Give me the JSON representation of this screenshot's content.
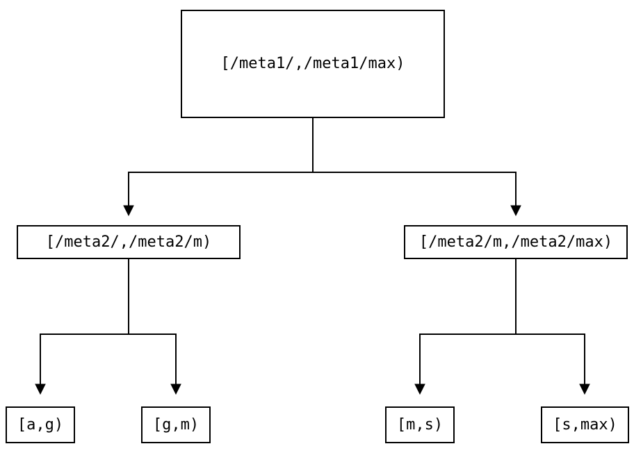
{
  "diagram": {
    "type": "tree",
    "colors": {
      "stroke": "#000000",
      "background": "#ffffff",
      "node_fill": "#ffffff"
    },
    "nodes": {
      "root": {
        "label": "[/meta1/,/meta1/max)"
      },
      "meta2_left": {
        "label": "[/meta2/,/meta2/m)"
      },
      "meta2_right": {
        "label": "[/meta2/m,/meta2/max)"
      },
      "leaf_ag": {
        "label": "[a,g)"
      },
      "leaf_gm": {
        "label": "[g,m)"
      },
      "leaf_ms": {
        "label": "[m,s)"
      },
      "leaf_smax": {
        "label": "[s,max)"
      }
    },
    "edges": [
      {
        "from": "root",
        "to": "meta2_left"
      },
      {
        "from": "root",
        "to": "meta2_right"
      },
      {
        "from": "meta2_left",
        "to": "leaf_ag"
      },
      {
        "from": "meta2_left",
        "to": "leaf_gm"
      },
      {
        "from": "meta2_right",
        "to": "leaf_ms"
      },
      {
        "from": "meta2_right",
        "to": "leaf_smax"
      }
    ]
  }
}
